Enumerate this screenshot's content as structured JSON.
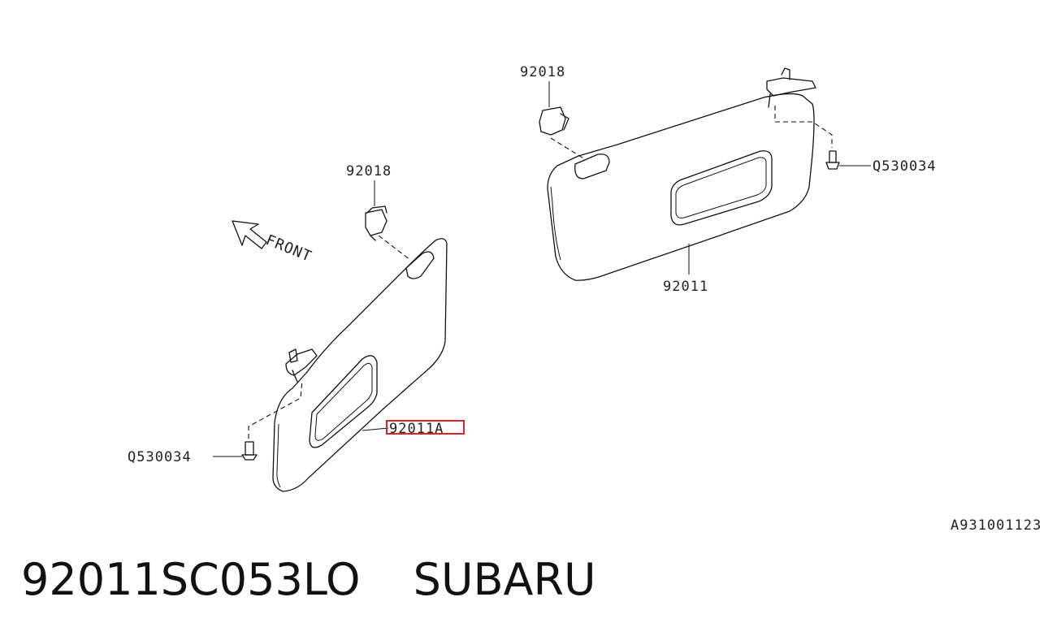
{
  "labels": {
    "clip_left": "92018",
    "clip_right": "92018",
    "screw_left": "Q530034",
    "screw_right": "Q530034",
    "visor_left": "92011A",
    "visor_right": "92011",
    "front": "FRONT",
    "diagram_code": "A931001123"
  },
  "highlight": {
    "label": "92011A",
    "color": "#e0202a"
  },
  "caption": {
    "part_number": "92011SC053LO",
    "brand": "SUBARU"
  }
}
